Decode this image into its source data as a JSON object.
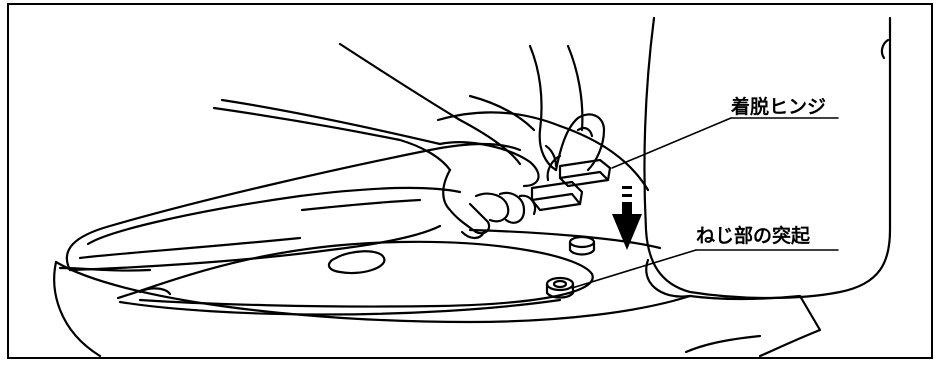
{
  "figure": {
    "ink_color": "#000000",
    "background_color": "#ffffff"
  },
  "labels": {
    "detachable_hinge": "着脱ヒンジ",
    "screw_protrusion": "ねじ部の突起"
  },
  "graphics": {
    "hands": "hand-drawing",
    "seat": "toilet-seat-drawing",
    "bowl": "toilet-bowl-drawing",
    "tank": "toilet-tank-drawing",
    "arrow": "down-arrow-icon"
  }
}
